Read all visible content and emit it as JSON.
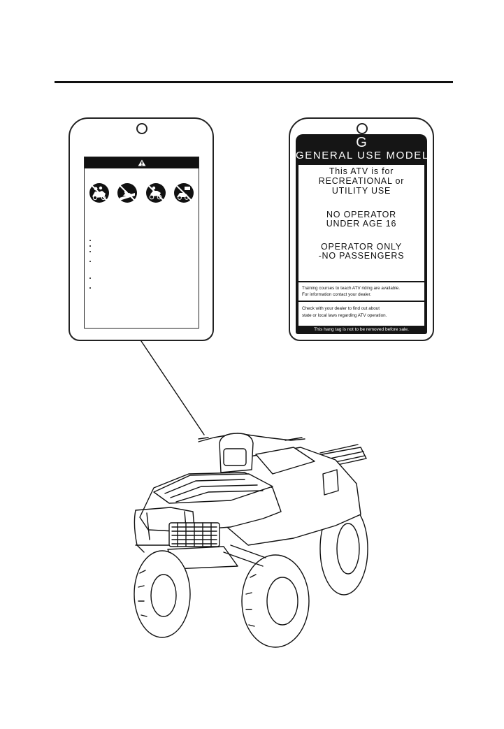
{
  "general_use_tag": {
    "letter": "G",
    "model": "GENERAL USE MODEL",
    "use_line1": "This ATV is for",
    "use_line2": "RECREATIONAL or",
    "use_line3": "UTILITY USE",
    "age_line1": "NO OPERATOR",
    "age_line2": "UNDER AGE 16",
    "passenger_line1": "OPERATOR ONLY",
    "passenger_line2": "-NO PASSENGERS",
    "training_line1": "Training courses to teach ATV riding are available.",
    "training_line2": "For information contact your dealer.",
    "laws_line1": "Check with your dealer to find out about",
    "laws_line2": "state or local laws regarding ATV operation.",
    "footer": "This hang tag is not to be removed before sale."
  },
  "warning_tag": {
    "icons": [
      "no-carrying-passenger-icon",
      "no-riding-on-pavement-icon",
      "no-riding-under-age-icon",
      "no-riding-on-public-roads-icon"
    ]
  },
  "colors": {
    "ink": "#111111",
    "paper": "#ffffff"
  }
}
